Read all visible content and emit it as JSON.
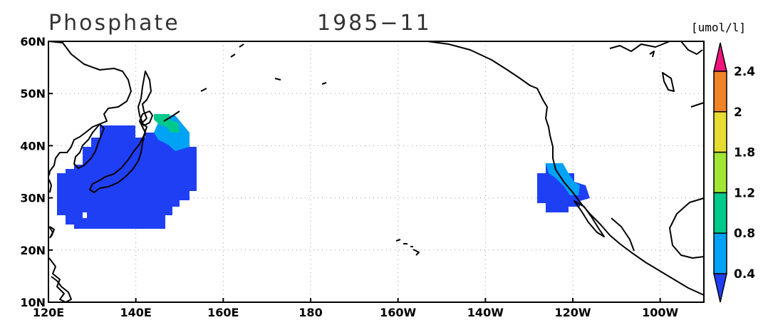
{
  "header": {
    "variable": "Phosphate",
    "date": "1985−11",
    "units": "[umol/l]"
  },
  "map": {
    "lon_range": [
      120,
      270
    ],
    "lat_range": [
      10,
      60
    ],
    "x_ticks": [
      {
        "lon": 120,
        "label": "120E"
      },
      {
        "lon": 140,
        "label": "140E"
      },
      {
        "lon": 160,
        "label": "160E"
      },
      {
        "lon": 180,
        "label": "180"
      },
      {
        "lon": 200,
        "label": "160W"
      },
      {
        "lon": 220,
        "label": "140W"
      },
      {
        "lon": 240,
        "label": "120W"
      },
      {
        "lon": 260,
        "label": "100W"
      }
    ],
    "y_ticks": [
      {
        "lat": 60,
        "label": "60N"
      },
      {
        "lat": 50,
        "label": "50N"
      },
      {
        "lat": 40,
        "label": "40N"
      },
      {
        "lat": 30,
        "label": "30N"
      },
      {
        "lat": 20,
        "label": "20N"
      },
      {
        "lat": 10,
        "label": "10N"
      }
    ],
    "grid": "dotted",
    "colors": {
      "land_outline": "#000000",
      "level_0": "#1f3ff5",
      "level_1": "#00a2f5",
      "level_2": "#00c98c",
      "level_3": "#a0e632",
      "level_4": "#e6dc32",
      "level_5": "#f08228",
      "level_6": "#f0147d"
    }
  },
  "colorbar": {
    "levels": [
      "0.4",
      "0.8",
      "1.2",
      "1.8",
      "2",
      "2.4"
    ],
    "colors": [
      "#1f3ff5",
      "#00a2f5",
      "#00c98c",
      "#a0e632",
      "#e6dc32",
      "#f08228",
      "#f0147d"
    ]
  }
}
